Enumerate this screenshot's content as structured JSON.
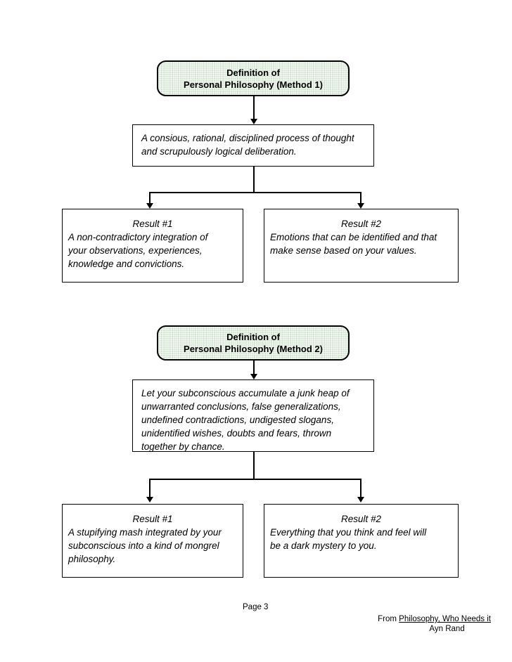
{
  "document": {
    "page_label": "Page 3",
    "attribution": {
      "prefix": "From ",
      "title": "Philosophy, Who Needs it",
      "author": "Ayn Rand"
    }
  },
  "colors": {
    "background": "#ffffff",
    "definition_fill": "#d9ead9",
    "border": "#000000",
    "connector": "#000000"
  },
  "sections": [
    {
      "header_line1": "Definition of",
      "header_line2": "Personal Philosophy (Method 1)",
      "description": "A consious, rational, disciplined process of thought\nand scrupulously logical deliberation.",
      "results": [
        {
          "title": "Result #1",
          "text": "A non-contradictory integration of\nyour observations, experiences,\nknowledge and convictions."
        },
        {
          "title": "Result #2",
          "text": "Emotions that can be identified and that\nmake sense based on your values."
        }
      ]
    },
    {
      "header_line1": "Definition of",
      "header_line2": "Personal Philosophy (Method 2)",
      "description": "Let your subconscious accumulate a junk heap of\nunwarranted conclusions, false generalizations,\nundefined contradictions, undigested slogans,\nunidentified wishes, doubts and fears, thrown\ntogether by chance.",
      "results": [
        {
          "title": "Result #1",
          "text": "A stupifying mash integrated by your\nsubconscious into a kind of mongrel\nphilosophy."
        },
        {
          "title": "Result #2",
          "text": "Everything that you think and feel will\nbe a dark mystery to you."
        }
      ]
    }
  ]
}
